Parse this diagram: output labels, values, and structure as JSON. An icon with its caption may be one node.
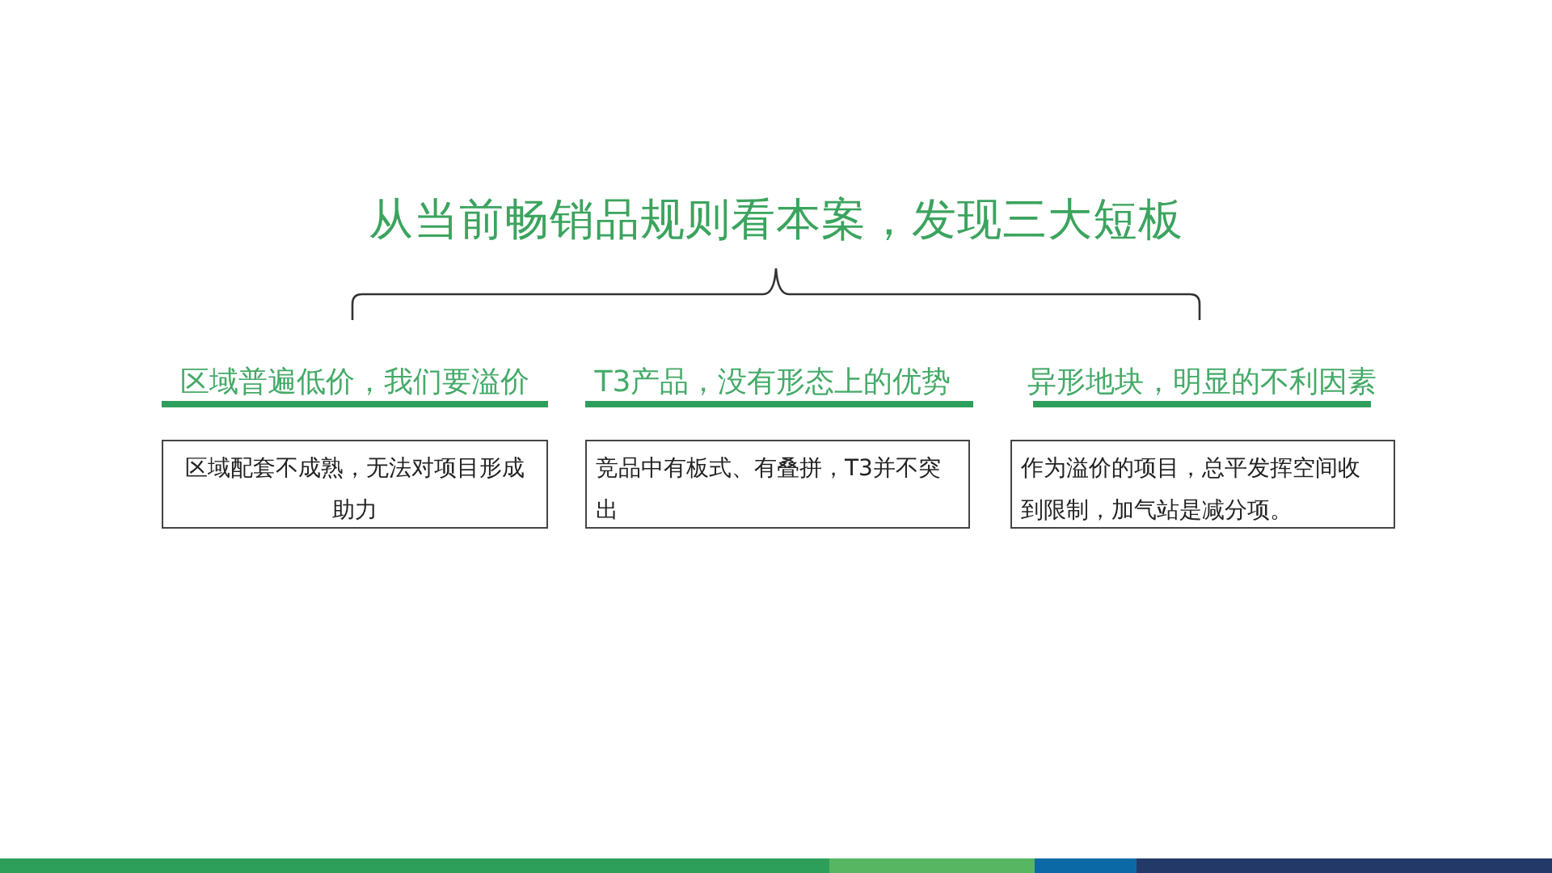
{
  "diagram": {
    "title": "从当前畅销品规则看本案，发现三大短板",
    "nodes": [
      {
        "text": [
          "区域配套不成熟，无法对项目形成助力"
        ]
      },
      {
        "text": [
          "竞品中有板式、有叠拼，T3并不突出"
        ]
      },
      {
        "text": [
          "作为溢价的项目，总平发挥空间收到限制，加气站是减分项。"
        ]
      }
    ],
    "labels": [
      "区域普遍低价，我们要溢价",
      "T3产品，没有形态上的优势",
      "异形地块，明显的不利因素"
    ]
  }
}
